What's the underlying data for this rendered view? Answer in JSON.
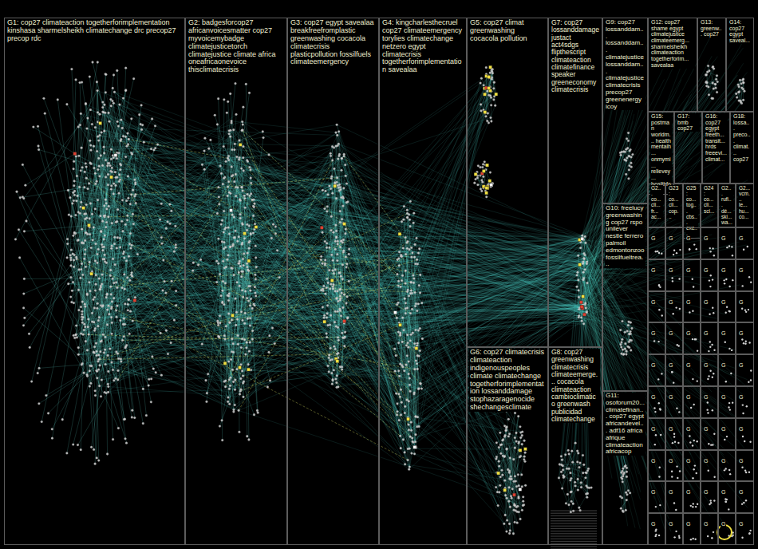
{
  "diagram": {
    "nodes": [
      {
        "text": [
          "G1: cop27 climateaction togetherforimplementation kinshasa sharmelsheikh climatechange drc precop27 precop rdc"
        ]
      },
      {
        "text": [
          "G2: badgesforcop27 africanvoicesmatter cop27 myvoicemybadge climatejusticetorch climatejustice climate africa oneafricaonevoice thisclimatecrisis"
        ]
      },
      {
        "text": [
          "G3: cop27 egypt savealaa breakfreefromplastic greenwashing cocacola climatecrisis plasticpollution fossilfuels climateemergency"
        ]
      },
      {
        "text": [
          "G4: kingcharlesthecruel cop27 climateemergency torylies climatechange netzero egypt climatecrisis togetherforimplementation savealaa"
        ]
      },
      {
        "text": [
          "G5: cop27 climat greenwashing cocacola pollution"
        ]
      },
      {
        "text": [
          "G6: cop27 climatecrisis climateaction indigenouspeoples climate climatechange togetherforimplementation lossanddamage stophazaragenocide shechangesclimate"
        ]
      },
      {
        "text": [
          "G7: cop27 lossanddamage justact act4sdgs flipthescript climateaction climatefinance speaker greeneconomy climatecrisis"
        ]
      },
      {
        "text": [
          "G8: cop27 greenwashing climatecrisis climateemerge... cocacola climateaction cambioclimatico greenwash publicidad climatechange"
        ]
      },
      {
        "text": [
          "G9: cop27 lossanddam... lossanddam... climatejustice lossanddam... climatejustice climatecrisis precop27 greenenergy icoy"
        ]
      },
      {
        "text": [
          "G10: freelucy greenwashing cop27 rspo unilever nestle ferrero palmoil edmontonzoo fossilfueltrea..."
        ]
      },
      {
        "text": [
          "G11: osoforum20... climatefinan... cop27 egypt africandevel... adf16 africa afrique climateaction africacop"
        ]
      },
      {
        "text": [
          "G12: cop27 shame egypt climatejustice climateemerg... sharmelsheikh climateaction togetherforim... savealaa"
        ]
      },
      {
        "text": [
          "G13: greenw... cop27"
        ]
      },
      {
        "text": [
          "G14: cop27 egypt saveal..."
        ]
      },
      {
        "text": [
          "G15: postman worldm... health mentalh... onmymi... relievey... healthfo..."
        ]
      },
      {
        "text": [
          "G17: bmb cop27"
        ]
      },
      {
        "text": [
          "G16: cop27 egypt freeth... transit... hrds freeevi... climat..."
        ]
      },
      {
        "text": [
          "G18: lossa... preco... climat... cop27"
        ]
      },
      {
        "text": [
          "G2... co... cli... fr... ac..."
        ]
      },
      {
        "text": [
          "G23: co... cli... cop..."
        ]
      },
      {
        "text": [
          "G25: co... tog... cbs... exc..."
        ]
      },
      {
        "text": [
          "G24: co... cli... sci..."
        ]
      },
      {
        "text": [
          "G2... rufi... dé... ski... wa..."
        ]
      },
      {
        "text": [
          "G2... vcm... le... hu... co..."
        ]
      },
      {
        "text": [
          "G"
        ]
      },
      {
        "text": [
          "G"
        ]
      },
      {
        "text": [
          "G"
        ]
      },
      {
        "text": [
          "G"
        ]
      },
      {
        "text": [
          "G"
        ]
      },
      {
        "text": [
          "G"
        ]
      },
      {
        "text": [
          "G"
        ]
      },
      {
        "text": [
          "G"
        ]
      },
      {
        "text": [
          "G"
        ]
      },
      {
        "text": [
          "G"
        ]
      },
      {
        "text": [
          "G"
        ]
      },
      {
        "text": [
          "G"
        ]
      },
      {
        "text": [
          "G"
        ]
      },
      {
        "text": [
          "G"
        ]
      },
      {
        "text": [
          "G"
        ]
      },
      {
        "text": [
          "G"
        ]
      },
      {
        "text": [
          "G"
        ]
      },
      {
        "text": [
          "G"
        ]
      },
      {
        "text": [
          "G"
        ]
      },
      {
        "text": [
          "G"
        ]
      },
      {
        "text": [
          "G"
        ]
      },
      {
        "text": [
          "G"
        ]
      },
      {
        "text": [
          "G"
        ]
      },
      {
        "text": [
          "G"
        ]
      },
      {
        "text": [
          "G"
        ]
      },
      {
        "text": [
          "G"
        ]
      },
      {
        "text": [
          "G"
        ]
      },
      {
        "text": [
          "G"
        ]
      },
      {
        "text": [
          "G"
        ]
      },
      {
        "text": [
          "G"
        ]
      },
      {
        "text": [
          "G"
        ]
      },
      {
        "text": [
          "G"
        ]
      },
      {
        "text": [
          "G"
        ]
      },
      {
        "text": [
          "G"
        ]
      },
      {
        "text": [
          "G"
        ]
      },
      {
        "text": [
          "G"
        ]
      },
      {
        "text": [
          "G"
        ]
      },
      {
        "text": [
          "G"
        ]
      },
      {
        "text": [
          "G"
        ]
      },
      {
        "text": [
          "G"
        ]
      },
      {
        "text": [
          "G"
        ]
      },
      {
        "text": [
          "G"
        ]
      },
      {
        "text": [
          "G"
        ]
      },
      {
        "text": [
          "G"
        ]
      },
      {
        "text": [
          "G"
        ]
      },
      {
        "text": [
          "G"
        ]
      },
      {
        "text": [
          "G"
        ]
      },
      {
        "text": [
          "G"
        ]
      },
      {
        "text": [
          "G"
        ]
      },
      {
        "text": [
          "G"
        ]
      },
      {
        "text": [
          "G"
        ]
      },
      {
        "text": [
          "G"
        ]
      },
      {
        "text": [
          "G"
        ]
      },
      {
        "text": [
          "G"
        ]
      },
      {
        "text": [
          "G"
        ]
      },
      {
        "text": [
          "G"
        ]
      },
      {
        "text": [
          "G"
        ]
      },
      {
        "text": [
          "G"
        ]
      },
      {
        "text": [
          "G"
        ]
      },
      {
        "text": [
          "G"
        ]
      }
    ]
  }
}
